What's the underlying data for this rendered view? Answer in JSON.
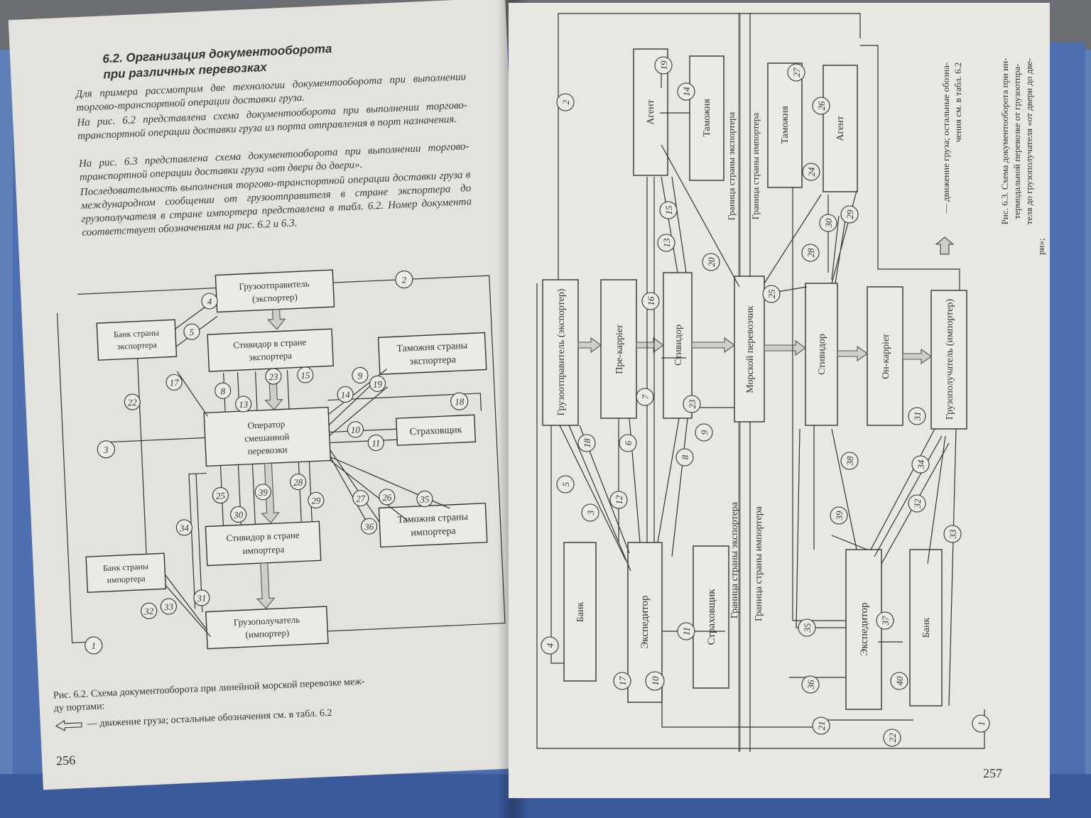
{
  "left_page": {
    "heading_line1": "6.2. Организация документооборота",
    "heading_line2": "при различных перевозках",
    "paragraphs": [
      "Для примера рассмотрим две технологии документооборота при выполнении торгово-транспортной операции доставки груза.",
      "На рис. 6.2 представлена схема документооборота при выполнении торгово-транспортной операции доставки груза из порта отправления в порт назначения.",
      "На рис. 6.3 представлена схема документооборота при выполнении торгово-транспортной операции доставки груза «от двери до двери».",
      "Последовательность выполнения торгово-транспортной операции доставки груза в международном сообщении от грузоотправителя в стране экспортера до грузополучателя в стране импортера представлена в табл. 6.2. Номер документа соответствует обозначениям на рис. 6.2 и 6.3."
    ],
    "boxes": {
      "shipper": [
        "Грузоотправитель",
        "(экспортер)"
      ],
      "bank_exp": [
        "Банк страны",
        "экспортера"
      ],
      "stevedore_exp": [
        "Стивидор в стране",
        "экспортера"
      ],
      "customs_exp": [
        "Таможня страны",
        "экспортера"
      ],
      "operator": [
        "Оператор",
        "смешанной",
        "перевозки"
      ],
      "insurer": [
        "Страховщик"
      ],
      "customs_imp": [
        "Таможня страны",
        "импортера"
      ],
      "stevedore_imp": [
        "Стивидор в стране",
        "импортера"
      ],
      "bank_imp": [
        "Банк страны",
        "импортера"
      ],
      "consignee": [
        "Грузополучатель",
        "(импортер)"
      ]
    },
    "numbers": [
      "1",
      "2",
      "3",
      "4",
      "5",
      "8",
      "9",
      "10",
      "11",
      "13",
      "14",
      "15",
      "17",
      "18",
      "19",
      "22",
      "23",
      "25",
      "26",
      "27",
      "28",
      "29",
      "30",
      "31",
      "32",
      "33",
      "34",
      "35",
      "36",
      "39"
    ],
    "caption_line1": "Рис. 6.2. Схема документооборота при линейной морской перевозке меж-",
    "caption_line2": "ду портами:",
    "legend_text": "— движение груза; остальные обозначения см. в табл. 6.2",
    "page_number": "256"
  },
  "right_page": {
    "boxes": {
      "shipper": "Грузоотправитель (экспортер)",
      "pre_carrier": "Пре-каррier",
      "stevedore_exp": "Стивидор",
      "sea_carrier": "Морской перевозчик",
      "stevedore_imp": "Стивидор",
      "on_carrier": "Он-каррier",
      "consignee": "Грузополучатель (импортер)",
      "agent_exp": "Агент",
      "customs_exp": "Таможня",
      "customs_imp": "Таможня",
      "agent_imp": "Агент",
      "bank_exp": "Банк",
      "forwarder_exp": "Экспедитор",
      "insurer": "Страховщик",
      "forwarder_imp": "Экспедитор",
      "bank_imp": "Банк"
    },
    "border_labels": {
      "exp_top": "Граница страны экспортера",
      "imp_top": "Граница страны импортера",
      "exp_bottom": "Граница страны экспортера",
      "imp_bottom": "Граница страны импортера"
    },
    "numbers": [
      "1",
      "2",
      "3",
      "4",
      "5",
      "6",
      "7",
      "8",
      "9",
      "10",
      "11",
      "12",
      "13",
      "14",
      "15",
      "16",
      "17",
      "18",
      "19",
      "20",
      "21",
      "22",
      "23",
      "24",
      "25",
      "26",
      "27",
      "28",
      "29",
      "30",
      "31",
      "32",
      "33",
      "34",
      "35",
      "36",
      "37",
      "38",
      "39",
      "40"
    ],
    "caption_lines": [
      "Рис. 6.3. Схема документооборота при ин-",
      "термодальной перевозке от грузоотпра-",
      "теля до грузополучателя «от двери до две-",
      "ри»;",
      "— движение груза; остальные обозна-",
      "чения см. в табл. 6.2"
    ],
    "page_number": "257"
  }
}
